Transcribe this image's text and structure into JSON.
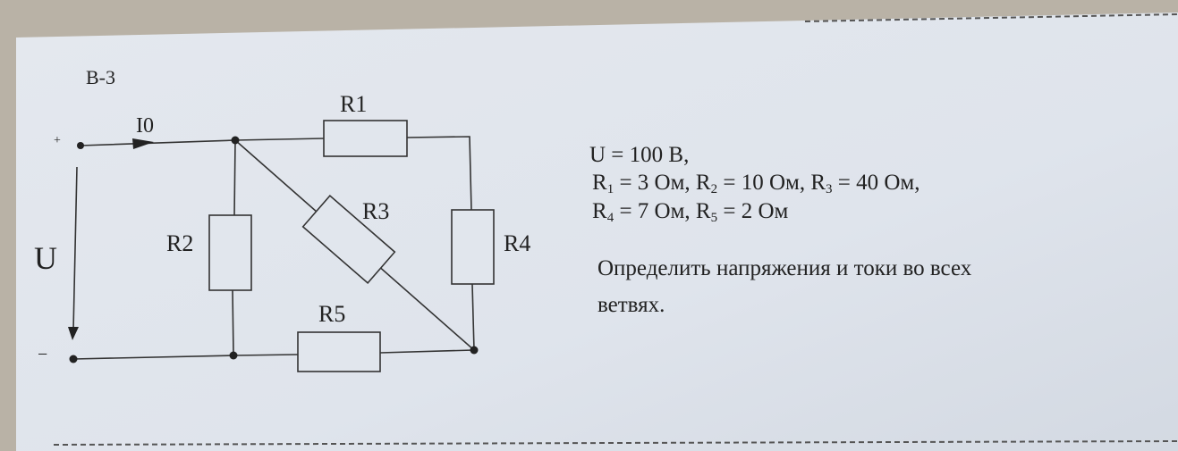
{
  "variant": "В-3",
  "circuit": {
    "labels": {
      "current": "I0",
      "voltage": "U",
      "plus": "+",
      "minus": "−",
      "r1": "R1",
      "r2": "R2",
      "r3": "R3",
      "r4": "R4",
      "r5": "R5"
    }
  },
  "given": {
    "line1": "U = 100 В,",
    "r1": {
      "name": "R",
      "sub": "1",
      "value": " = 3 Ом, "
    },
    "r2": {
      "name": "R",
      "sub": "2",
      "value": " = 10 Ом, "
    },
    "r3": {
      "name": "R",
      "sub": "3",
      "value": " = 40 Ом,"
    },
    "r4": {
      "name": "R",
      "sub": "4",
      "value": " = 7 Ом, "
    },
    "r5": {
      "name": "R",
      "sub": "5",
      "value": " = 2 Ом"
    }
  },
  "task": {
    "line1": "Определить напряжения и токи во всех",
    "line2": "ветвях."
  }
}
